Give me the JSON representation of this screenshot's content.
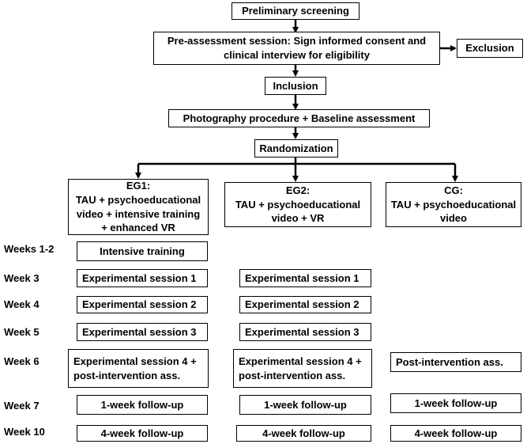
{
  "nodes": {
    "screening": "Preliminary screening",
    "pre_assessment": "Pre-assessment session: Sign informed consent and\nclinical interview for eligibility",
    "exclusion": "Exclusion",
    "inclusion": "Inclusion",
    "photography": "Photography procedure + Baseline assessment",
    "randomization": "Randomization"
  },
  "groups": {
    "eg1": "EG1:\nTAU + psychoeducational\nvideo + intensive training\n+ enhanced VR",
    "eg2": "EG2:\nTAU + psychoeducational\nvideo + VR",
    "cg": "CG:\nTAU + psychoeducational\nvideo"
  },
  "weeks": {
    "w12": "Weeks 1-2",
    "w3": "Week 3",
    "w4": "Week 4",
    "w5": "Week 5",
    "w6": "Week 6",
    "w7": "Week 7",
    "w10": "Week 10"
  },
  "schedule": {
    "eg1": {
      "w12": "Intensive training",
      "w3": "Experimental session 1",
      "w4": "Experimental session 2",
      "w5": "Experimental session 3",
      "w6": "Experimental session 4 +\npost-intervention ass.",
      "w7": "1-week follow-up",
      "w10": "4-week follow-up"
    },
    "eg2": {
      "w3": "Experimental session 1",
      "w4": "Experimental session 2",
      "w5": "Experimental session 3",
      "w6": "Experimental session 4 +\npost-intervention ass.",
      "w7": "1-week follow-up",
      "w10": "4-week follow-up"
    },
    "cg": {
      "w6": "Post-intervention ass.",
      "w7": "1-week follow-up",
      "w10": "4-week follow-up"
    }
  }
}
